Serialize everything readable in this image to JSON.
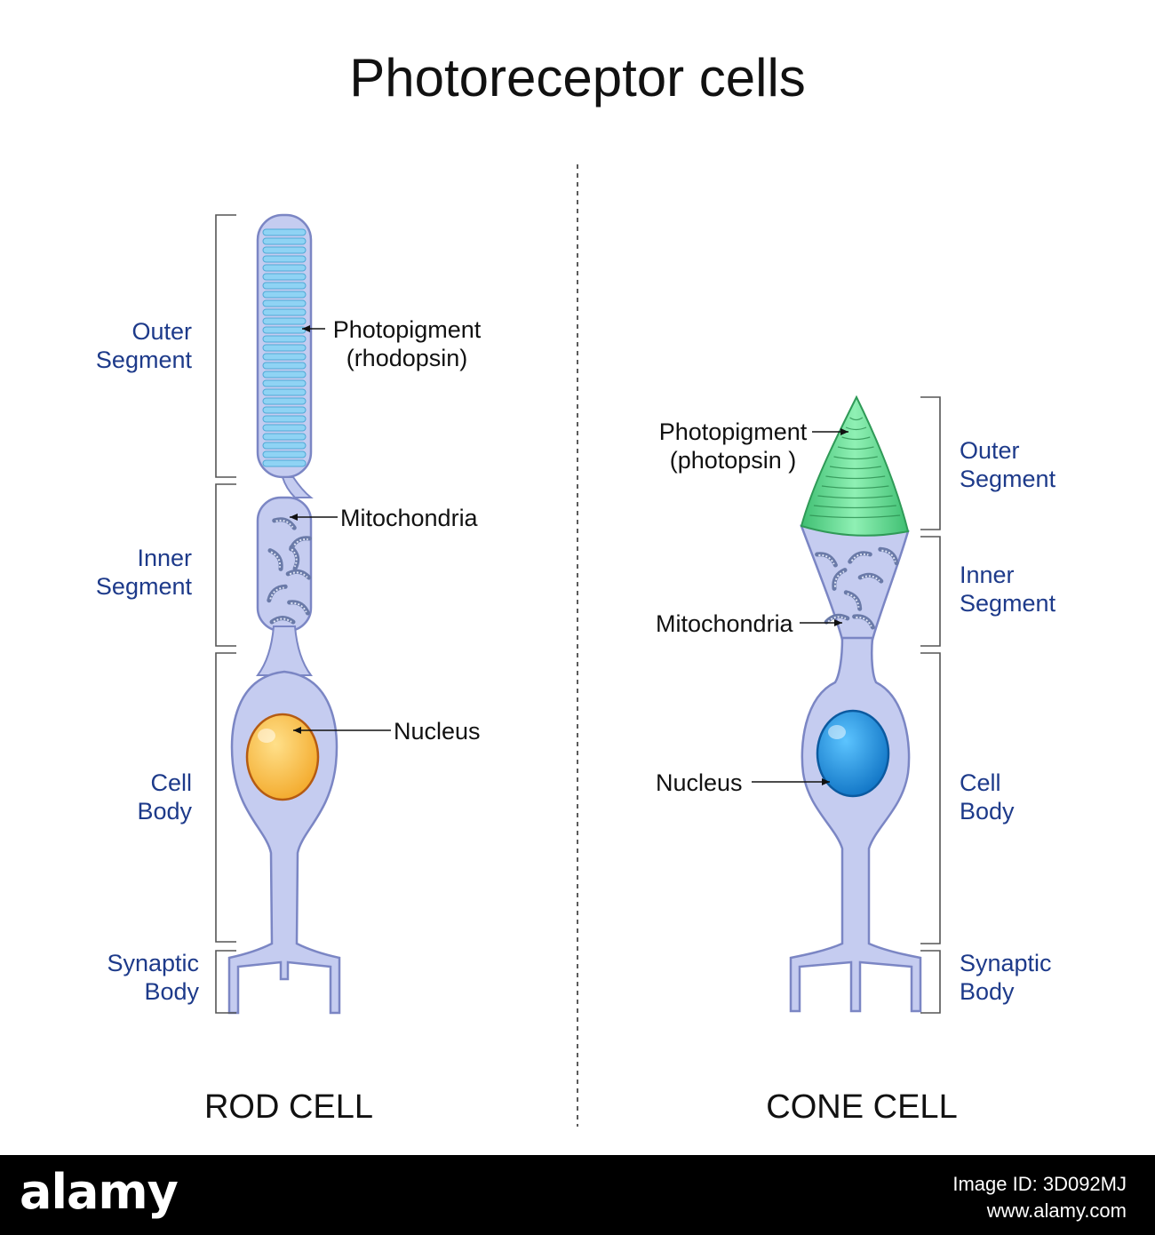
{
  "title": "Photoreceptor cells",
  "rod": {
    "caption": "ROD CELL",
    "segments": {
      "outer": [
        "Outer",
        "Segment"
      ],
      "inner": [
        "Inner",
        "Segment"
      ],
      "body": [
        "Cell",
        "Body"
      ],
      "synaptic": [
        "Synaptic",
        "Body"
      ]
    },
    "callouts": {
      "photopigment": [
        "Photopigment",
        "(rhodopsin)"
      ],
      "mitochondria": "Mitochondria",
      "nucleus": "Nucleus"
    }
  },
  "cone": {
    "caption": "CONE CELL",
    "segments": {
      "outer": [
        "Outer",
        "Segment"
      ],
      "inner": [
        "Inner",
        "Segment"
      ],
      "body": [
        "Cell",
        "Body"
      ],
      "synaptic": [
        "Synaptic",
        "Body"
      ]
    },
    "callouts": {
      "photopigment": [
        "Photopigment",
        "(photopsin )"
      ],
      "mitochondria": "Mitochondria",
      "nucleus": "Nucleus"
    }
  },
  "colors": {
    "cytoplasm": "#c5ccf0",
    "membrane": "#7b86c4",
    "rod_discs": "#8fd3f4",
    "rod_nucleus": "#f7b940",
    "cone_outer": "#5fd68e",
    "cone_nucleus": "#1a8ddb",
    "label_blue": "#1d3a8a"
  },
  "footer": {
    "logo": "alamy",
    "image_id": "Image ID: 3D092MJ",
    "site": "www.alamy.com"
  }
}
